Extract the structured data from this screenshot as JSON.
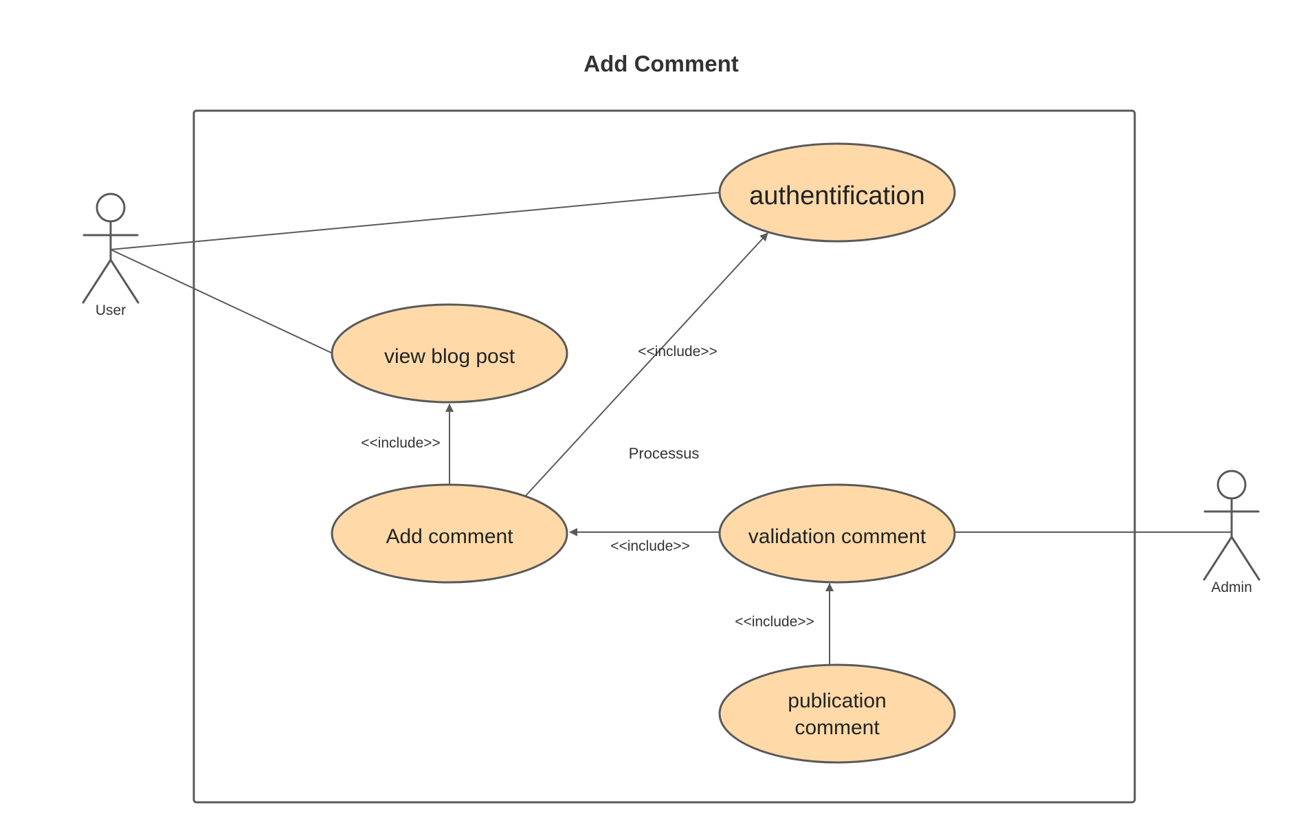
{
  "diagram": {
    "title": "Add Comment",
    "system_label": "Processus",
    "colors": {
      "usecase_fill": "#FFDAA8",
      "stroke": "#595959",
      "text": "#222222",
      "background": "#ffffff"
    },
    "actors": {
      "user": "User",
      "admin": "Admin"
    },
    "use_cases": {
      "authentification": "authentification",
      "view_blog_post": "view blog post",
      "add_comment": "Add comment",
      "validation_comment": "validation comment",
      "publication_comment_line1": "publication",
      "publication_comment_line2": "comment"
    },
    "relations": {
      "include_auth": "<<include>>",
      "include_view": "<<include>>",
      "include_add": "<<include>>",
      "include_validation": "<<include>>"
    }
  }
}
